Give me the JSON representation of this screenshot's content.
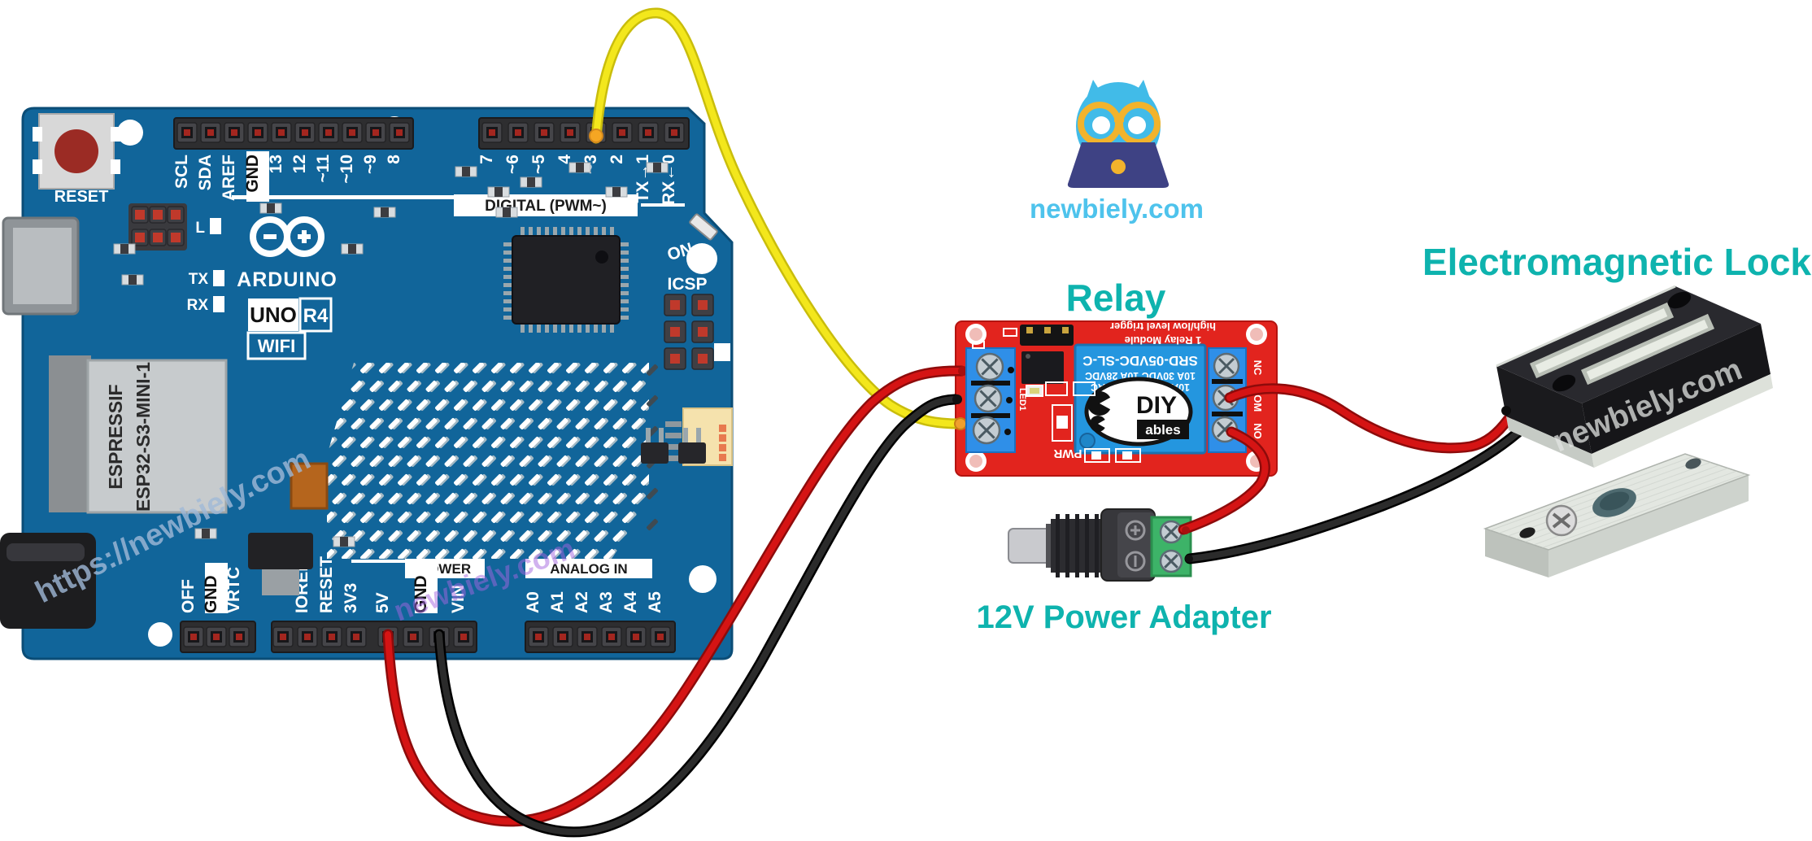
{
  "branding": {
    "logo_text": "newbiely.com"
  },
  "watermarks": {
    "board_url": "https://newbiely.com",
    "board_name": "newbiely.com",
    "lock_name": "newbiely.com"
  },
  "captions": {
    "relay": "Relay",
    "power_adapter": "12V Power Adapter",
    "lock": "Electromagnetic Lock"
  },
  "colors": {
    "caption_teal": "#0eb3ae",
    "logo_blue": "#4ec3ec",
    "board_blue": "#11659a",
    "relay_pcb_red": "#e2241e",
    "terminal_blue": "#2f8fe8",
    "wire_yellow": "#f3e71c",
    "wire_red": "#d51414",
    "wire_black": "#1e1e1e"
  },
  "arduino": {
    "reset_label": "RESET",
    "digital_caption": "DIGITAL (PWM~)",
    "digital_pins": [
      "SCL",
      "SDA",
      "AREF",
      "GND",
      "13",
      "12",
      "~11",
      "~10",
      "~9",
      "8",
      "7",
      "~6",
      "~5",
      "4",
      "~3",
      "2",
      "TX→1",
      "RX←0"
    ],
    "logo_brand": "ARDUINO",
    "model_uno": "UNO",
    "model_r4": "R4",
    "model_wifi": "WIFI",
    "led_l": "L",
    "tx_label": "TX",
    "rx_label": "RX",
    "esp_module_line1": "ESPRESSIF",
    "esp_module_line2": "ESP32-S3-MINI-1",
    "on_label": "ON",
    "icsp_label": "ICSP",
    "switch_pins": [
      "OFF",
      "GND",
      "VRTC"
    ],
    "power_caption": "POWER",
    "power_pins": [
      "IOREF",
      "RESET",
      "3V3",
      "5V",
      "GND",
      "VIN"
    ],
    "analog_caption": "ANALOG IN",
    "analog_pins": [
      "A0",
      "A1",
      "A2",
      "A3",
      "A4",
      "A5"
    ]
  },
  "relay": {
    "caption_line1": "1 Relay Module",
    "caption_line2": "high/low level trigger",
    "relay_line1": "SRD-05VDC-SL-C",
    "relay_line2": "10A 30VDC 10A 28VDC",
    "relay_line3": "10A 250VAC/125VAC",
    "brand_top": "DIY",
    "brand_bottom": "ables",
    "pwr_label": "PWR",
    "led_label": "LED1",
    "output_pins": [
      "NC",
      "COM",
      "NO"
    ]
  }
}
